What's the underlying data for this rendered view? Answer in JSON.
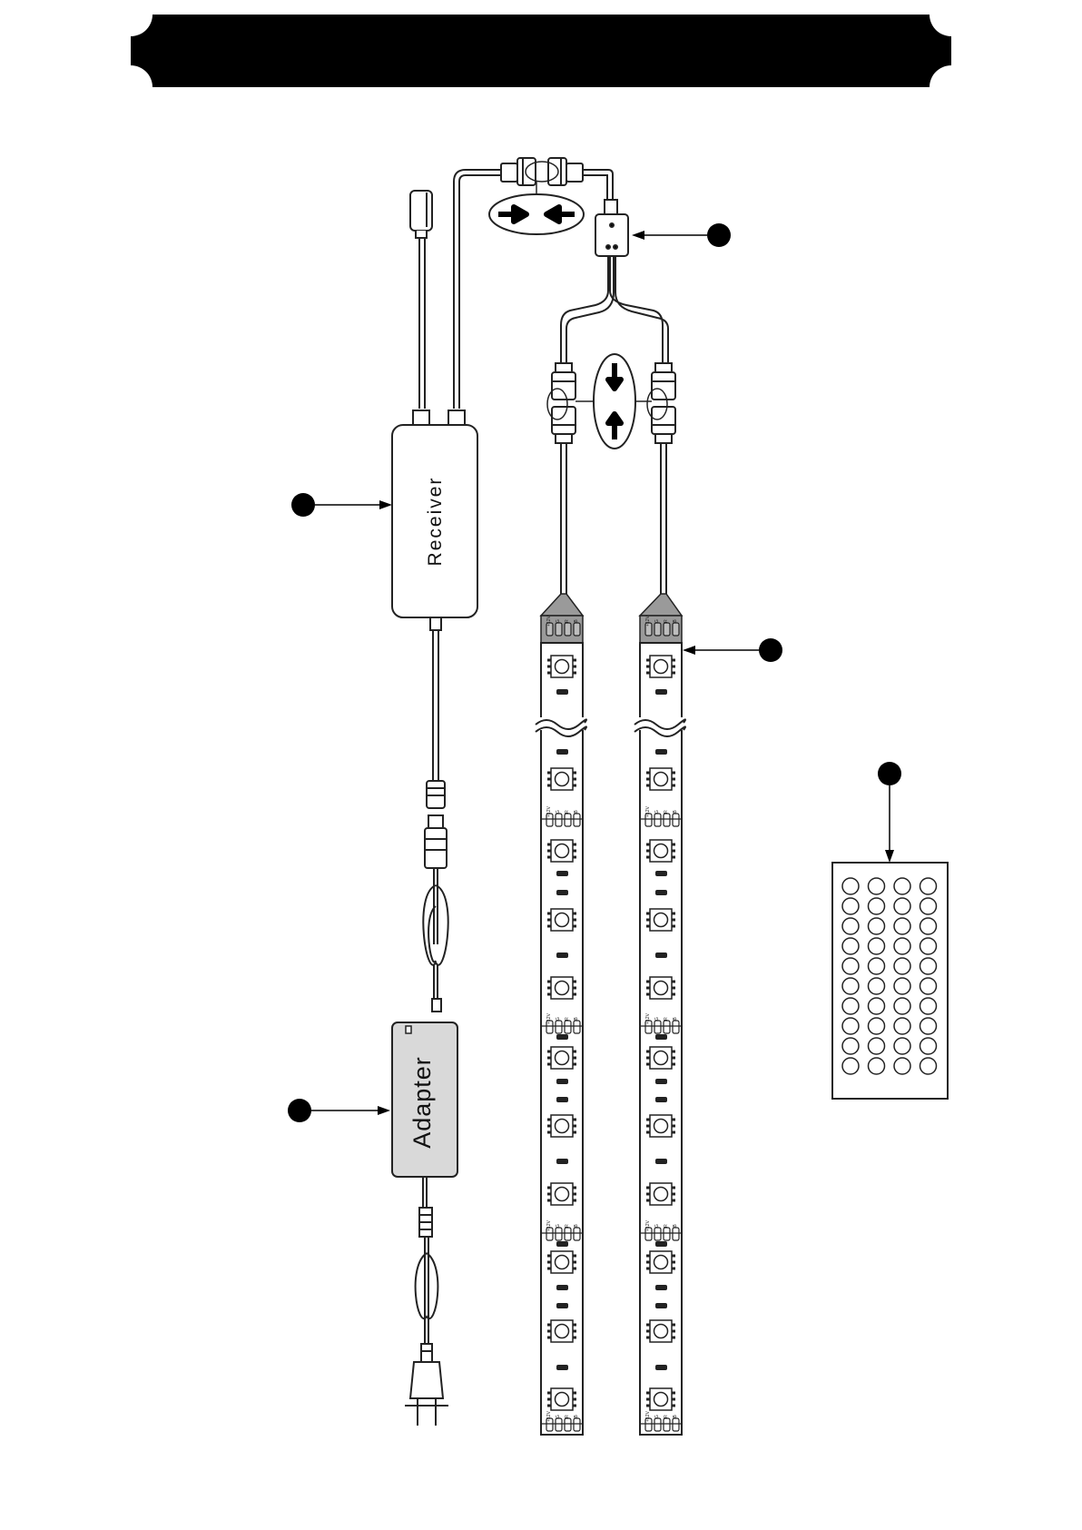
{
  "diagram": {
    "receiver_label": "Receiver",
    "adapter_label": "Adapter",
    "strip_pad_labels": [
      "+12V",
      "G",
      "R",
      "B"
    ],
    "remote_button_rows": 10,
    "remote_button_cols": 4
  }
}
